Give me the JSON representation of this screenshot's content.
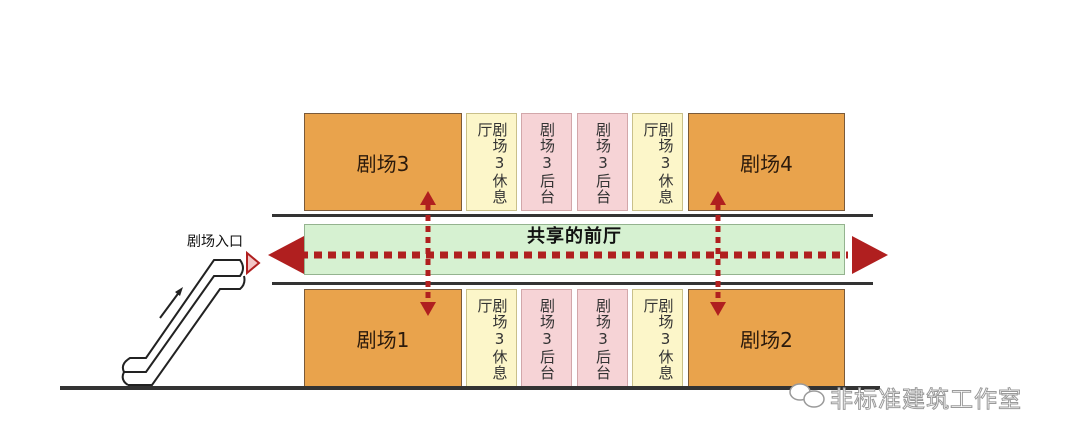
{
  "theaters": {
    "t3": "剧场3",
    "t4": "剧场4",
    "t1": "剧场1",
    "t2": "剧场2"
  },
  "upper_rooms": [
    "剧场3休息厅",
    "剧场3后台",
    "剧场3后台",
    "剧场3休息厅"
  ],
  "lower_rooms": [
    "剧场3休息厅",
    "剧场3后台",
    "剧场3后台",
    "剧场3休息厅"
  ],
  "lobby_label": "共享的前厅",
  "entrance_label": "剧场入口",
  "watermark": "非标准建筑工作室",
  "colors": {
    "theater": "#e9a34c",
    "rest_room": "#fcf6c9",
    "backstage": "#f6d3d6",
    "lobby": "#d6f1d1",
    "arrow": "#b01f1f"
  }
}
